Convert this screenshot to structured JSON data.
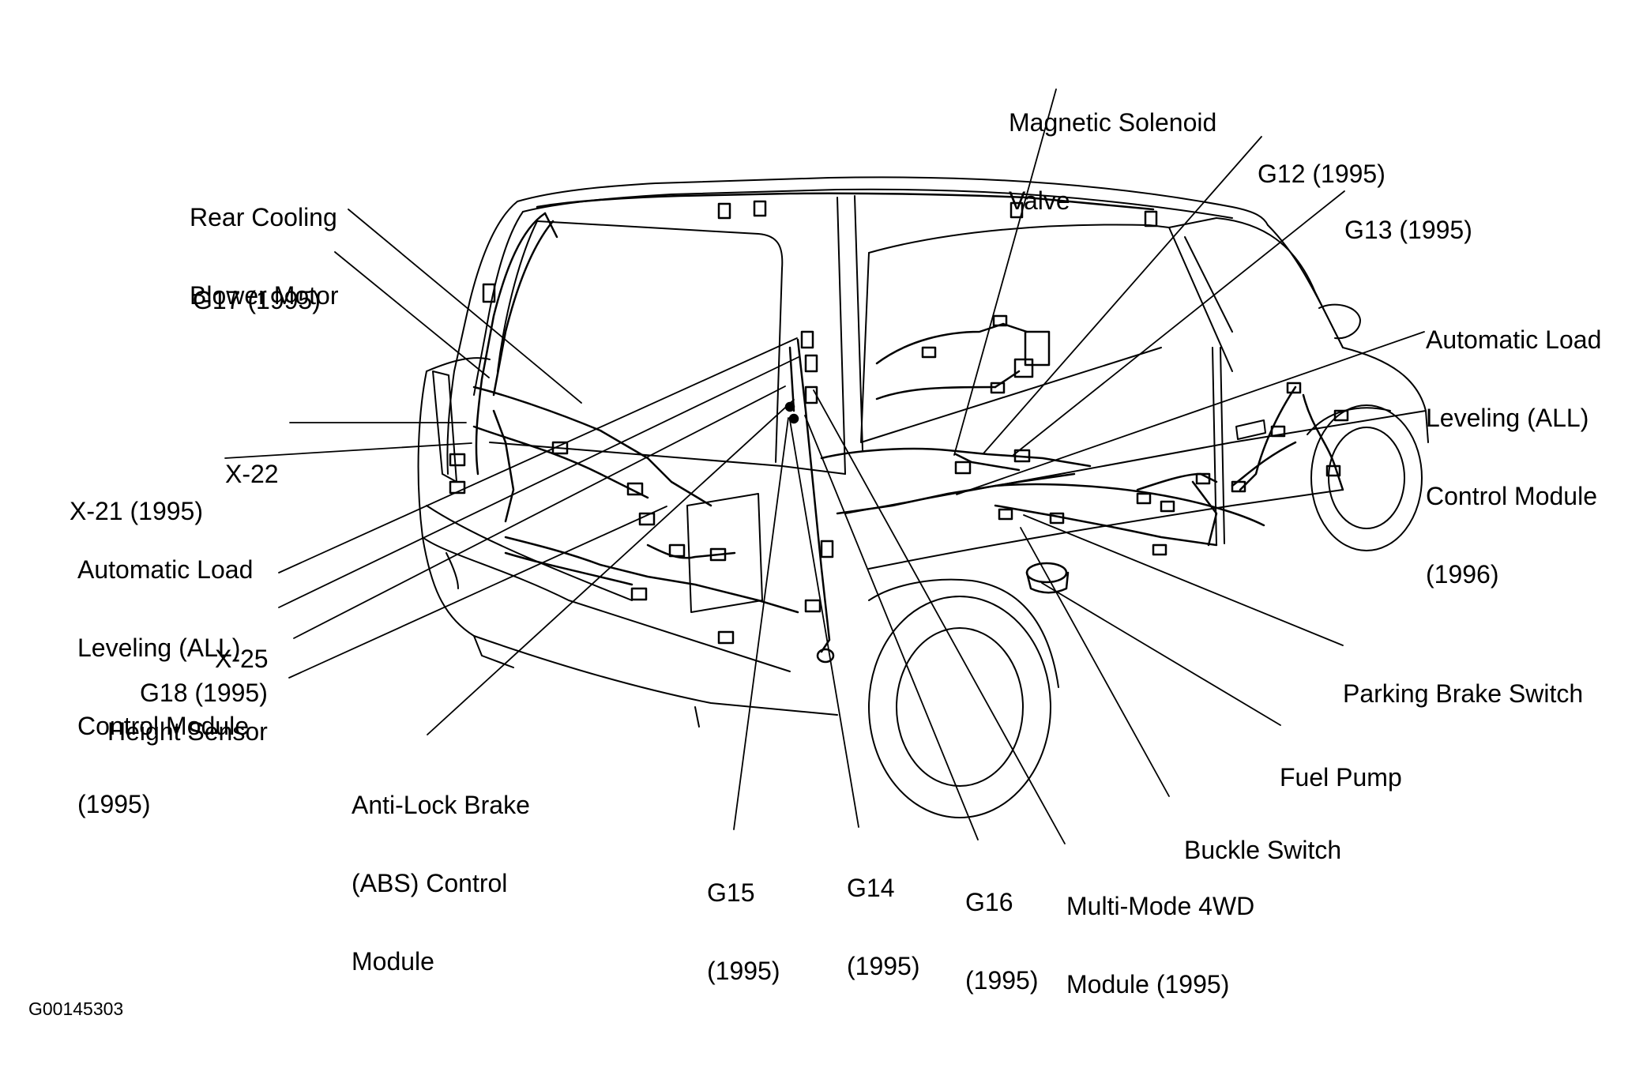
{
  "labels": {
    "magnetic_solenoid_valve": [
      "Magnetic Solenoid",
      "Valve"
    ],
    "g12": [
      "G12 (1995)"
    ],
    "g13": [
      "G13 (1995)"
    ],
    "rear_cooling_blower_motor": [
      "Rear Cooling",
      "Blower Motor"
    ],
    "g17": [
      "G17 (1995)"
    ],
    "auto_load_leveling_1996": [
      "Automatic Load",
      "Leveling (ALL)",
      "Control Module",
      "(1996)"
    ],
    "x22": [
      "X-22"
    ],
    "x21": [
      "X-21 (1995)"
    ],
    "auto_load_leveling_1995": [
      "Automatic Load",
      "Leveling (ALL)",
      "Control Module",
      "(1995)"
    ],
    "x25": [
      "X-25"
    ],
    "g18": [
      "G18 (1995)"
    ],
    "height_sensor": [
      "Height Sensor"
    ],
    "parking_brake_switch": [
      "Parking Brake Switch"
    ],
    "fuel_pump": [
      "Fuel Pump"
    ],
    "buckle_switch": [
      "Buckle Switch"
    ],
    "abs_control_module": [
      "Anti-Lock Brake",
      "(ABS) Control",
      "Module"
    ],
    "g15": [
      "G15",
      "(1995)"
    ],
    "g14": [
      "G14",
      "(1995)"
    ],
    "g16": [
      "G16",
      "(1995)"
    ],
    "multi_mode_4wd": [
      "Multi-Mode 4WD",
      "Module (1995)"
    ]
  },
  "figure_id": "G00145303",
  "colors": {
    "ink": "#000000",
    "paper": "#ffffff"
  }
}
